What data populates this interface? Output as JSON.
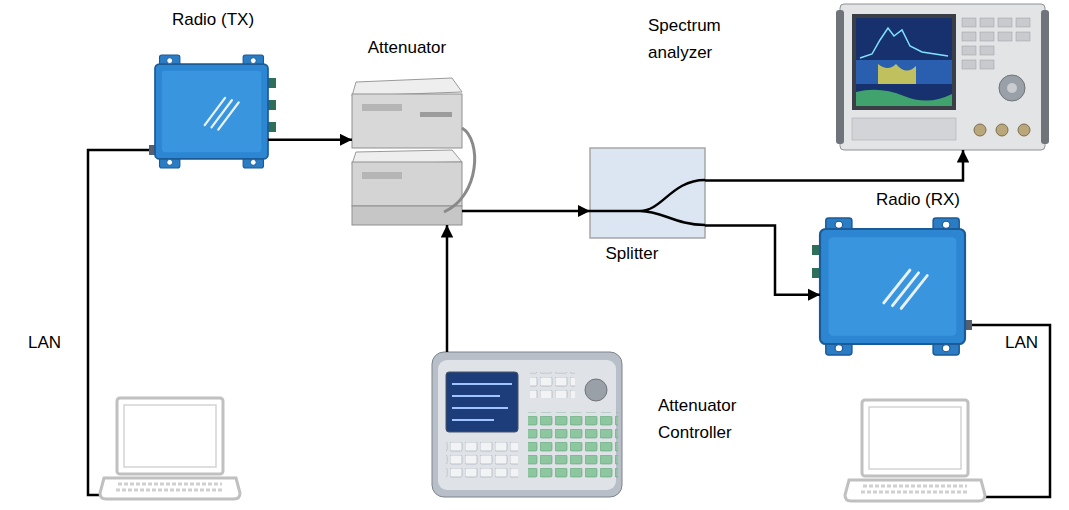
{
  "diagram": {
    "nodes": [
      {
        "text": [
          "Radio (TX)"
        ]
      },
      {
        "text": [
          "Attenuator"
        ]
      },
      {
        "text": [
          "Splitter"
        ]
      },
      {
        "text": [
          "Spectrum analyzer"
        ]
      },
      {
        "text": [
          "Radio (RX)"
        ]
      },
      {
        "text": [
          "Attenuator Controller"
        ]
      }
    ],
    "edges": [
      {
        "from": 0,
        "to": 1,
        "arrow": "to"
      },
      {
        "from": 1,
        "to": 2,
        "arrow": "to"
      },
      {
        "from": 2,
        "to": 3,
        "arrow": "to"
      },
      {
        "from": 2,
        "to": 4,
        "arrow": "to"
      },
      {
        "from": 5,
        "to": 1,
        "arrow": "to"
      }
    ],
    "labels": [
      "LAN",
      "LAN"
    ]
  }
}
